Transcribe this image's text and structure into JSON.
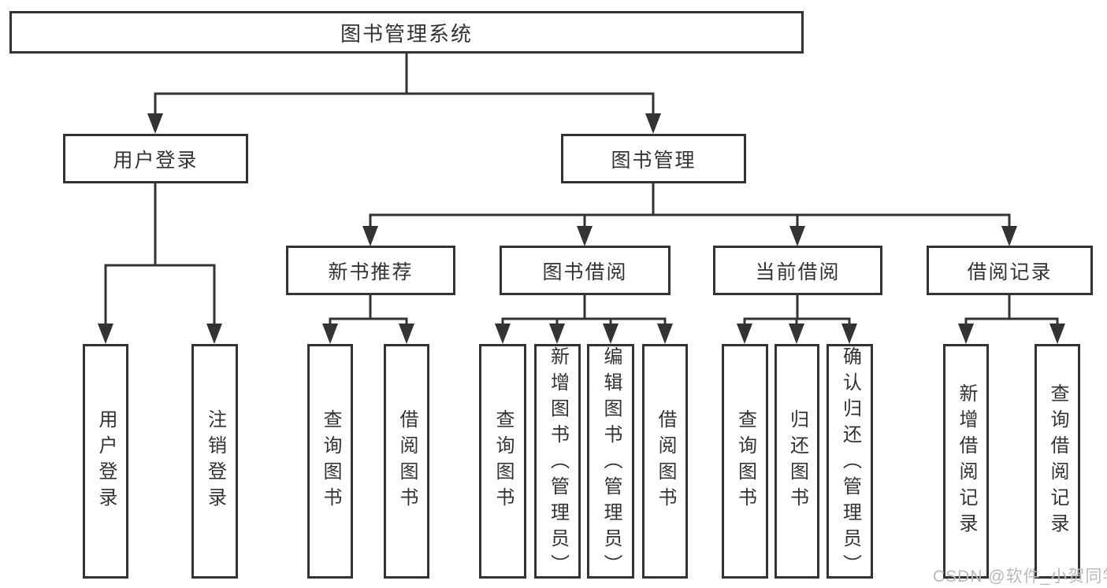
{
  "colors": {
    "line": "#333333",
    "box_border": "#333333",
    "text": "#333333",
    "background": "#ffffff",
    "watermark": "#b9b9b9"
  },
  "watermark": "CSDN @软件_小贺同学",
  "tree": {
    "label": "图书管理系统",
    "children": [
      {
        "label": "用户登录",
        "children": [
          {
            "label": "用户登录"
          },
          {
            "label": "注销登录"
          }
        ]
      },
      {
        "label": "图书管理",
        "children": [
          {
            "label": "新书推荐",
            "children": [
              {
                "label": "查询图书"
              },
              {
                "label": "借阅图书"
              }
            ]
          },
          {
            "label": "图书借阅",
            "children": [
              {
                "label": "查询图书"
              },
              {
                "label": "新增图书（管理员）"
              },
              {
                "label": "编辑图书（管理员）"
              },
              {
                "label": "借阅图书"
              }
            ]
          },
          {
            "label": "当前借阅",
            "children": [
              {
                "label": "查询图书"
              },
              {
                "label": "归还图书"
              },
              {
                "label": "确认归还（管理员）"
              }
            ]
          },
          {
            "label": "借阅记录",
            "children": [
              {
                "label": "新增借阅记录"
              },
              {
                "label": "查询借阅记录"
              }
            ]
          }
        ]
      }
    ]
  }
}
